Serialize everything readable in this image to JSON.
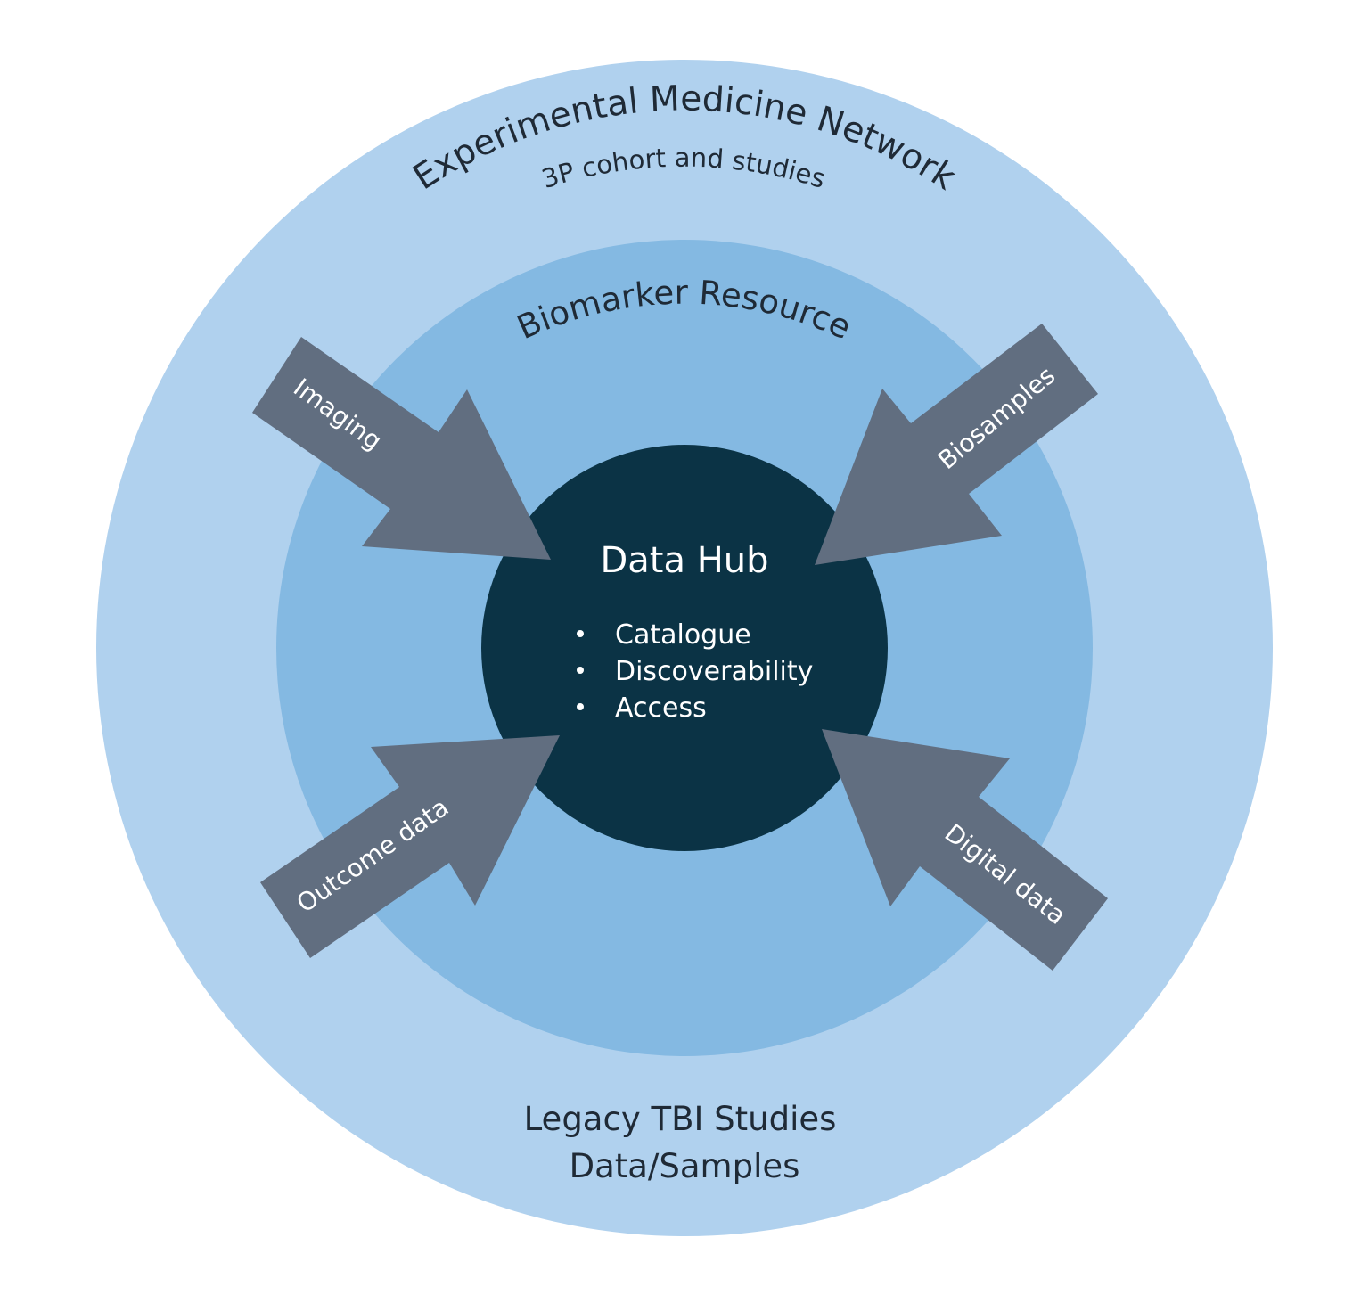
{
  "colors": {
    "outer_ring": "#b0d1ee",
    "middle_ring": "#84b9e2",
    "core": "#0b3345",
    "arrow": "#616e80",
    "dark_text": "#1f2a36",
    "light_text": "#ffffff"
  },
  "outer_ring": {
    "title": "Experimental Medicine Network",
    "subtitle": "3P cohort and studies"
  },
  "middle_ring": {
    "title": "Biomarker Resource"
  },
  "core": {
    "title": "Data Hub",
    "items": [
      "Catalogue",
      "Discoverability",
      "Access"
    ]
  },
  "arrows": [
    {
      "label": "Imaging",
      "icon": "arrow-icon"
    },
    {
      "label": "Biosamples",
      "icon": "arrow-icon"
    },
    {
      "label": "Outcome data",
      "icon": "arrow-icon"
    },
    {
      "label": "Digital data",
      "icon": "arrow-icon"
    }
  ],
  "legacy": {
    "line1": "Legacy TBI Studies",
    "line2": "Data/Samples"
  }
}
